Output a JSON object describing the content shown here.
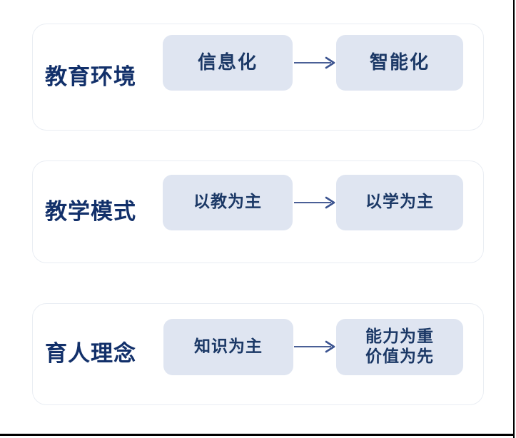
{
  "diagram": {
    "type": "transition-rows",
    "colors": {
      "page_background": "#ffffff",
      "card_border": "#e9edf3",
      "pill_background": "#dfe5f1",
      "label_text": "#12306a",
      "pill_text": "#1b3866",
      "arrow": "#4a5f96",
      "edge_rule": "#000000"
    },
    "rows": [
      {
        "label": "教育环境",
        "from": [
          "信息化"
        ],
        "to": [
          "智能化"
        ],
        "arrow": "arrow-right-icon"
      },
      {
        "label": "教学模式",
        "from": [
          "以教为主"
        ],
        "to": [
          "以学为主"
        ],
        "arrow": "arrow-right-icon"
      },
      {
        "label": "育人理念",
        "from": [
          "知识为主"
        ],
        "to": [
          "能力为重",
          "价值为先"
        ],
        "arrow": "arrow-right-icon"
      }
    ]
  }
}
